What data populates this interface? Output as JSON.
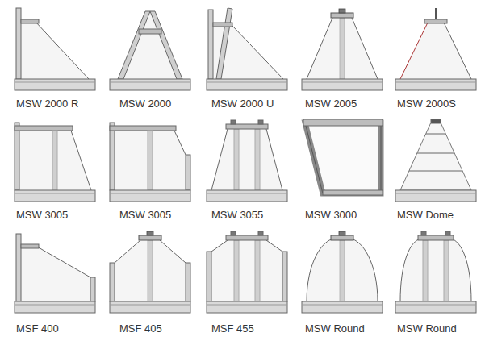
{
  "diagram": {
    "labels": [
      "MSW 2000 R",
      "MSW 2000",
      "MSW 2000 U",
      "MSW 2005",
      "MSW 2000S",
      "MSW 3005",
      "MSW 3005",
      "MSW 3055",
      "MSW 3000",
      "MSW Dome",
      "MSF 400",
      "MSF 405",
      "MSF 455",
      "MSW Round",
      "MSW Round"
    ]
  }
}
